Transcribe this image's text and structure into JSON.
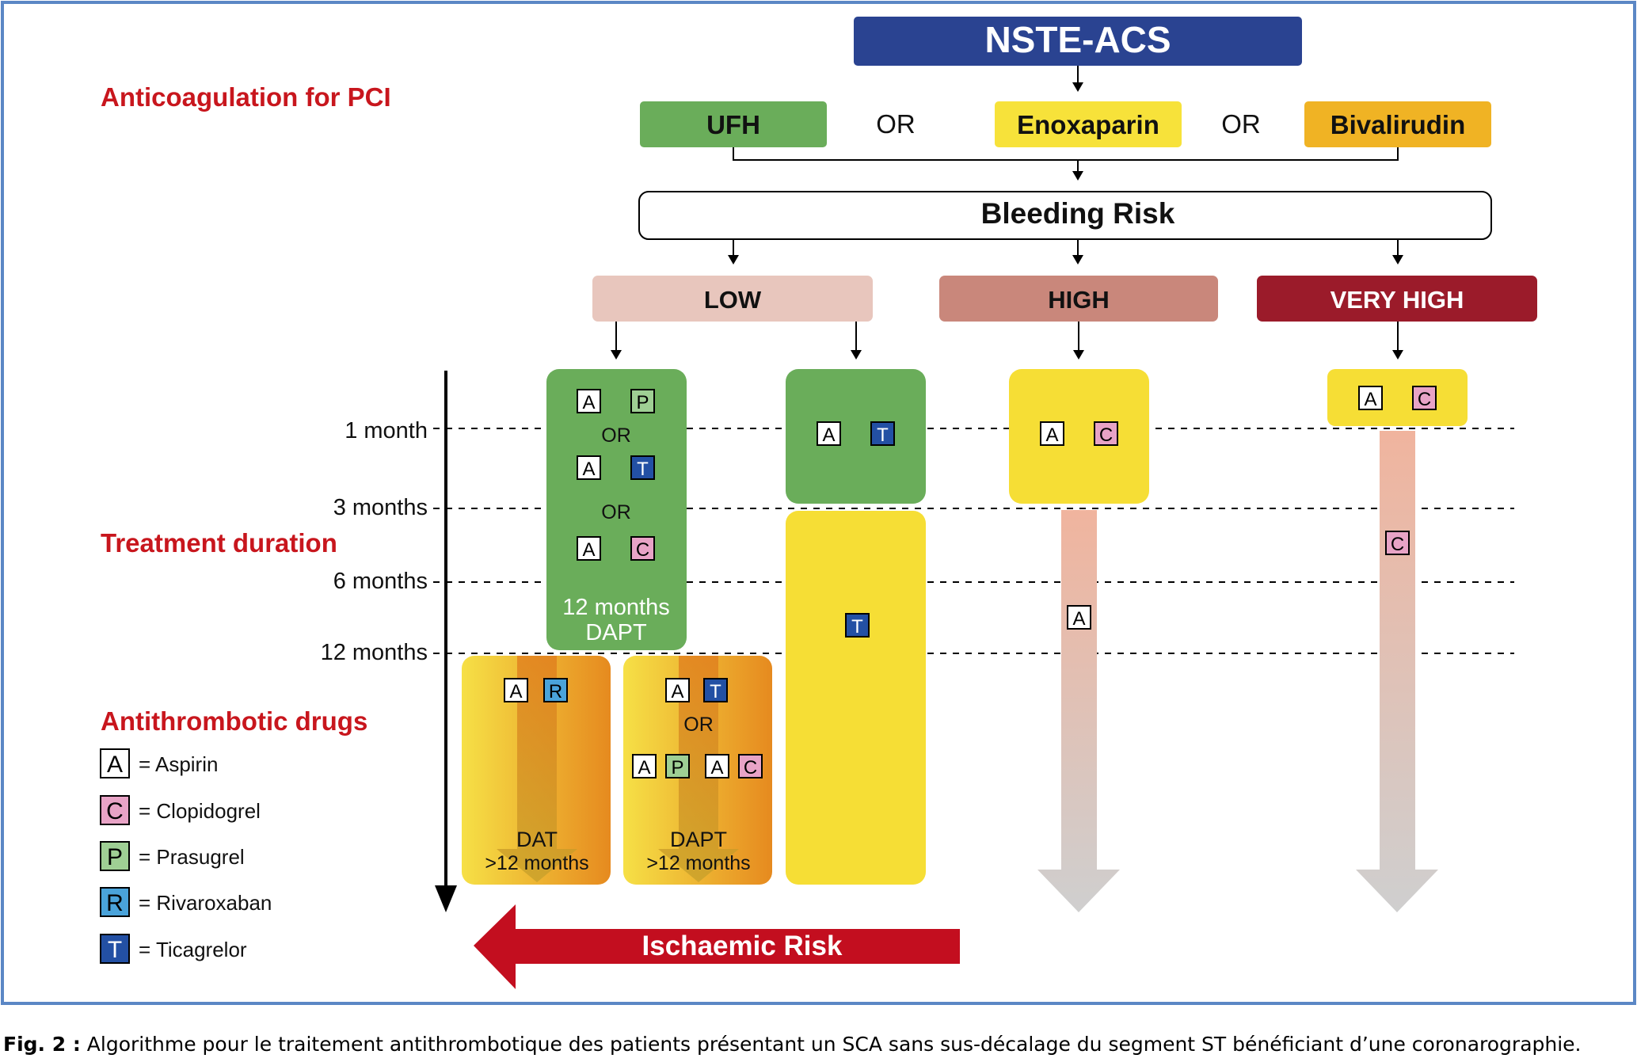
{
  "top": {
    "title": "NSTE-ACS"
  },
  "anticoag": {
    "section_label": "Anticoagulation for PCI",
    "options": [
      "UFH",
      "Enoxaparin",
      "Bivalirudin"
    ],
    "or_label": "OR"
  },
  "bleeding": {
    "title": "Bleeding Risk",
    "levels": [
      "LOW",
      "HIGH",
      "VERY HIGH"
    ]
  },
  "timeline": {
    "section_label": "Treatment duration",
    "ticks": [
      "1 month",
      "3 months",
      "6 months",
      "12 months"
    ]
  },
  "regimens": {
    "or_label": "OR",
    "low_dapt_label_1": "12 months",
    "low_dapt_label_2": "DAPT",
    "dat_label_1": "DAT",
    "dat_label_2": ">12 months",
    "dapt_label_1": "DAPT",
    "dapt_label_2": ">12 months"
  },
  "legend": {
    "title": "Antithrombotic drugs",
    "items": [
      {
        "letter": "A",
        "name": "= Aspirin"
      },
      {
        "letter": "C",
        "name": "= Clopidogrel"
      },
      {
        "letter": "P",
        "name": "= Prasugrel"
      },
      {
        "letter": "R",
        "name": "= Rivaroxaban"
      },
      {
        "letter": "T",
        "name": "= Ticagrelor"
      }
    ]
  },
  "ischaemic": {
    "label": "Ischaemic Risk"
  },
  "caption": {
    "prefix": "Fig. 2 :",
    "text": " Algorithme pour le traitement antithrombotique des patients présentant un SCA sans sus-décalage du segment ST bénéficiant d’une coronarographie."
  },
  "colors": {
    "frame": "#5b87c5",
    "title_bg": "#2a4391",
    "section_red": "#c8161d",
    "ufh": "#6aad5a",
    "enoxaparin": "#f7e23a",
    "bivalirudin": "#f0b324",
    "low": "#e8c6bd",
    "high": "#c9877b",
    "very_high": "#9b1b2a",
    "drug_A": "#ffffff",
    "drug_C": "#e8a3c6",
    "drug_P": "#9fcf94",
    "drug_R": "#4aa3da",
    "drug_T": "#2350a4"
  }
}
